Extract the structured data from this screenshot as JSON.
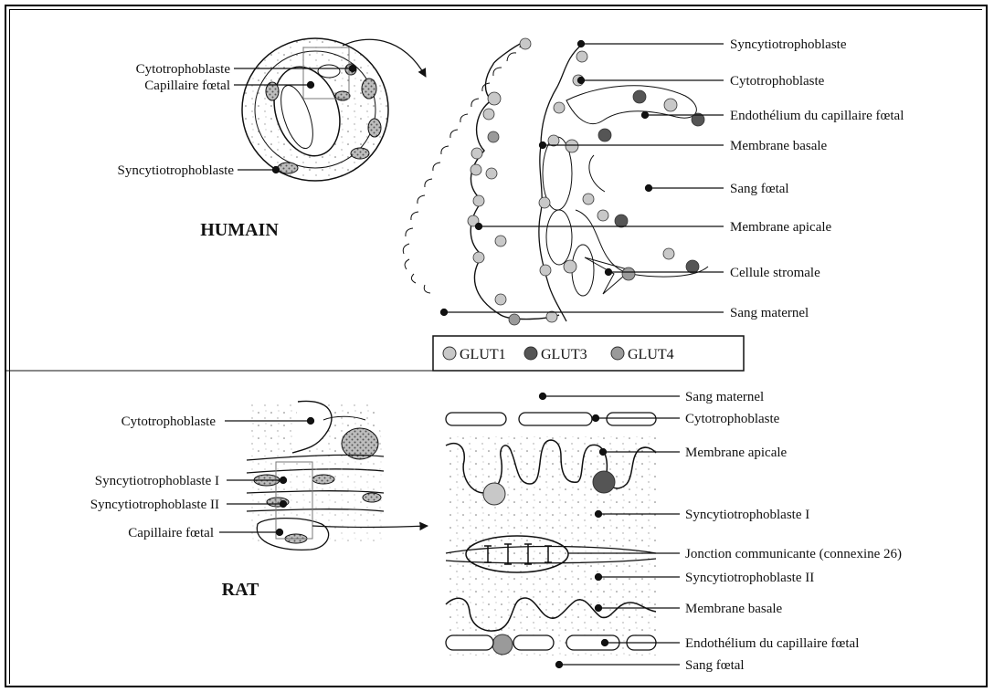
{
  "colors": {
    "glut1": "#c8c8c8",
    "glut3": "#555555",
    "glut4": "#9a9a9a",
    "line": "#111111"
  },
  "human": {
    "species": "HUMAIN",
    "overview_labels": {
      "cyto": "Cytotrophoblaste",
      "cap": "Capillaire fœtal",
      "syn": "Syncytiotrophoblaste"
    },
    "detail_labels": {
      "syn": "Syncytiotrophoblaste",
      "cyto": "Cytotrophoblaste",
      "endo": "Endothélium du capillaire fœtal",
      "basal": "Membrane basale",
      "fetal_blood": "Sang fœtal",
      "apical": "Membrane apicale",
      "stromal": "Cellule stromale",
      "maternal_blood": "Sang maternel"
    },
    "legend": {
      "glut1": "GLUT1",
      "glut3": "GLUT3",
      "glut4": "GLUT4"
    }
  },
  "rat": {
    "species": "RAT",
    "overview_labels": {
      "cyto": "Cytotrophoblaste",
      "syn1": "Syncytiotrophoblaste I",
      "syn2": "Syncytiotrophoblaste II",
      "cap": "Capillaire fœtal"
    },
    "detail_labels": {
      "maternal_blood": "Sang maternel",
      "cyto": "Cytotrophoblaste",
      "apical": "Membrane apicale",
      "syn1": "Syncytiotrophoblaste I",
      "gap": "Jonction communicante (connexine 26)",
      "syn2": "Syncytiotrophoblaste II",
      "basal": "Membrane basale",
      "endo": "Endothélium du capillaire fœtal",
      "fetal_blood": "Sang fœtal"
    }
  }
}
